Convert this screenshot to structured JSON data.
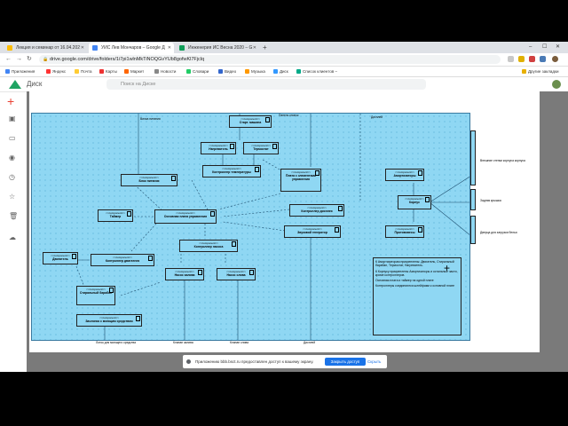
{
  "browser": {
    "tabs": [
      {
        "title": "Лекция и семинар от 16.04.202",
        "color": "#fbbc04",
        "active": false
      },
      {
        "title": "УИС Лев Мончаров – Google Д",
        "color": "#4285f4",
        "active": true
      },
      {
        "title": "Инженерия ИС Весна 2020 – G",
        "color": "#0f9d58",
        "active": false
      }
    ],
    "new_tab": "+",
    "url": "drive.google.com/drive/folders/1i7pi1wlnMkTiNOQGvYUb8gofwKl7Fjclq",
    "bookmarks": [
      "Приложения",
      "Яндекс",
      "Почта",
      "Карты",
      "Маркет",
      "Новости",
      "Словари",
      "Видео",
      "Музыка",
      "Диск",
      "Список клиентов –"
    ],
    "other_bookmarks": "Другие закладки",
    "colors": {
      "accent": "#1a73e8",
      "drive_green": "#1fa463"
    }
  },
  "drive": {
    "title": "Диск",
    "search_placeholder": "Поиск на Диске"
  },
  "diagram": {
    "components": [
      {
        "stereo": "<<component>>",
        "name": "Старт. машина"
      },
      {
        "stereo": "<<component>>",
        "name": "Нагреватель"
      },
      {
        "stereo": "<<component>>",
        "name": "Термостат"
      },
      {
        "stereo": "<<component>>",
        "name": "Контроллер температуры"
      },
      {
        "stereo": "<<component>>",
        "name": "Блок питания"
      },
      {
        "stereo": "<<component>>",
        "name": "Плата с элементами управления"
      },
      {
        "stereo": "<<component>>",
        "name": "Таймер"
      },
      {
        "stereo": "<<component>>",
        "name": "Основная плата управления"
      },
      {
        "stereo": "<<component>>",
        "name": "Контроллер дисплея"
      },
      {
        "stereo": "<<component>>",
        "name": "Звуковой генератор"
      },
      {
        "stereo": "<<component>>",
        "name": "Контроллер насоса"
      },
      {
        "stereo": "<<component>>",
        "name": "Двигатель"
      },
      {
        "stereo": "<<component>>",
        "name": "Контроллер двигателя"
      },
      {
        "stereo": "<<component>>",
        "name": "Насос залива"
      },
      {
        "stereo": "<<component>>",
        "name": "Насос слива"
      },
      {
        "stereo": "<<component>>",
        "name": "Стиральный барабан"
      },
      {
        "stereo": "<<component>>",
        "name": "Заслонка с моющим средством"
      },
      {
        "stereo": "<<component>>",
        "name": "Амортизаторы"
      },
      {
        "stereo": "<<component>>",
        "name": "Корпус"
      },
      {
        "stereo": "<<component>>",
        "name": "Противовесы"
      }
    ],
    "labels": {
      "top_power": "Вилка питания",
      "top_panel": "Панель кнопок",
      "top_display": "Дисплей",
      "right_hatch": "Внешние стенки корпуса корпуса",
      "right_back": "Задняя крышка",
      "right_tray": "Дверца для загрузки белья",
      "bottom_tray": "Лоток для моющего средства",
      "bottom_inlet": "Клапан залива",
      "bottom_outlet": "Клапан слива",
      "bottom_display": "Дисплей"
    },
    "note": [
      "К Амортизаторам прикреплены: Двигатель, Стиральный барабан, Термостат, Нагреватель.",
      "К Корпусу прикреплены Амортизаторы и остальные части, кроме контроллеров.",
      "Основная плата и таймер на одной плате",
      "Контроллеры соединяются шлейфами к основной плате"
    ]
  },
  "notification": {
    "text": "Приложению bbb.bsct.ru предоставлен доступ к вашему экрану.",
    "open_button": "Закрыть доступ",
    "hide_button": "Скрыть"
  }
}
